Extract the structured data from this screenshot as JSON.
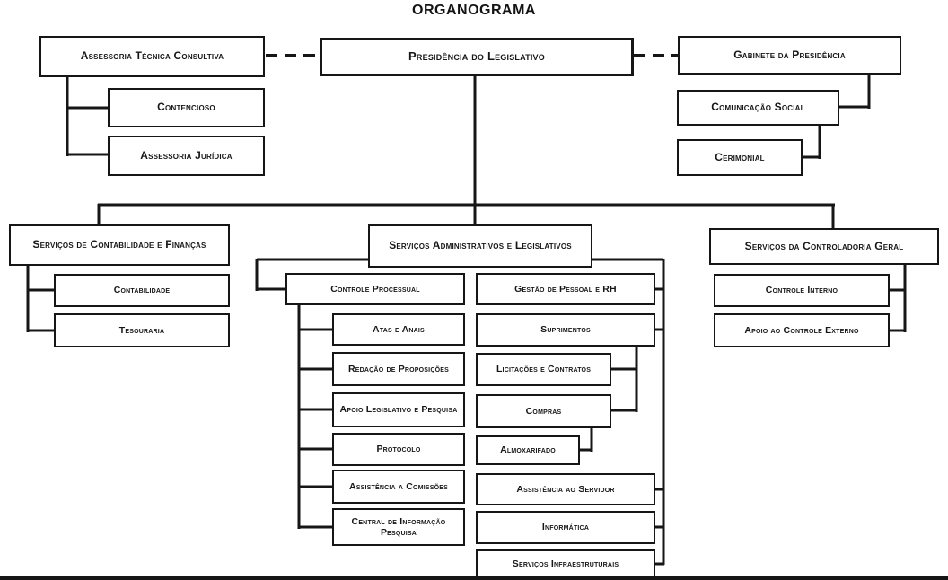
{
  "title": "ORGANOGRAMA",
  "colors": {
    "line": "#161616",
    "background": "#ffffff"
  },
  "nodes": {
    "presidencia": "Presidência do Legislativo",
    "assessoria_tecnica": "Assessoria Técnica Consultiva",
    "contencioso": "Contencioso",
    "assessoria_juridica": "Assessoria Jurídica",
    "gabinete": "Gabinete da Presidência",
    "comunicacao_social": "Comunicação Social",
    "cerimonial": "Cerimonial",
    "servicos_contabilidade": "Serviços de Contabilidade e Finanças",
    "contabilidade": "Contabilidade",
    "tesouraria": "Tesouraria",
    "servicos_admin": "Serviços Administrativos e Legislativos",
    "controle_processual": "Controle Processual",
    "atas_anais": "Atas e Anais",
    "redacao_proposicoes": "Redação de Proposições",
    "apoio_legislativo_pesquisa": "Apoio Legislativo e Pesquisa",
    "protocolo": "Protocolo",
    "assistencia_comissoes": "Assistência a Comissões",
    "central_informacao_pesquisa": "Central de Informação Pesquisa",
    "gestao_pessoal_rh": "Gestão de Pessoal e RH",
    "suprimentos": "Suprimentos",
    "licitacoes_contratos": "Licitações e Contratos",
    "compras": "Compras",
    "almoxarifado": "Almoxarifado",
    "assistencia_servidor": "Assistência ao Servidor",
    "informatica": "Informática",
    "servicos_infraestruturais": "Serviços Infraestruturais",
    "servicos_controladoria": "Serviços da Controladoria Geral",
    "controle_interno": "Controle Interno",
    "apoio_controle_externo": "Apoio ao Controle Externo"
  }
}
